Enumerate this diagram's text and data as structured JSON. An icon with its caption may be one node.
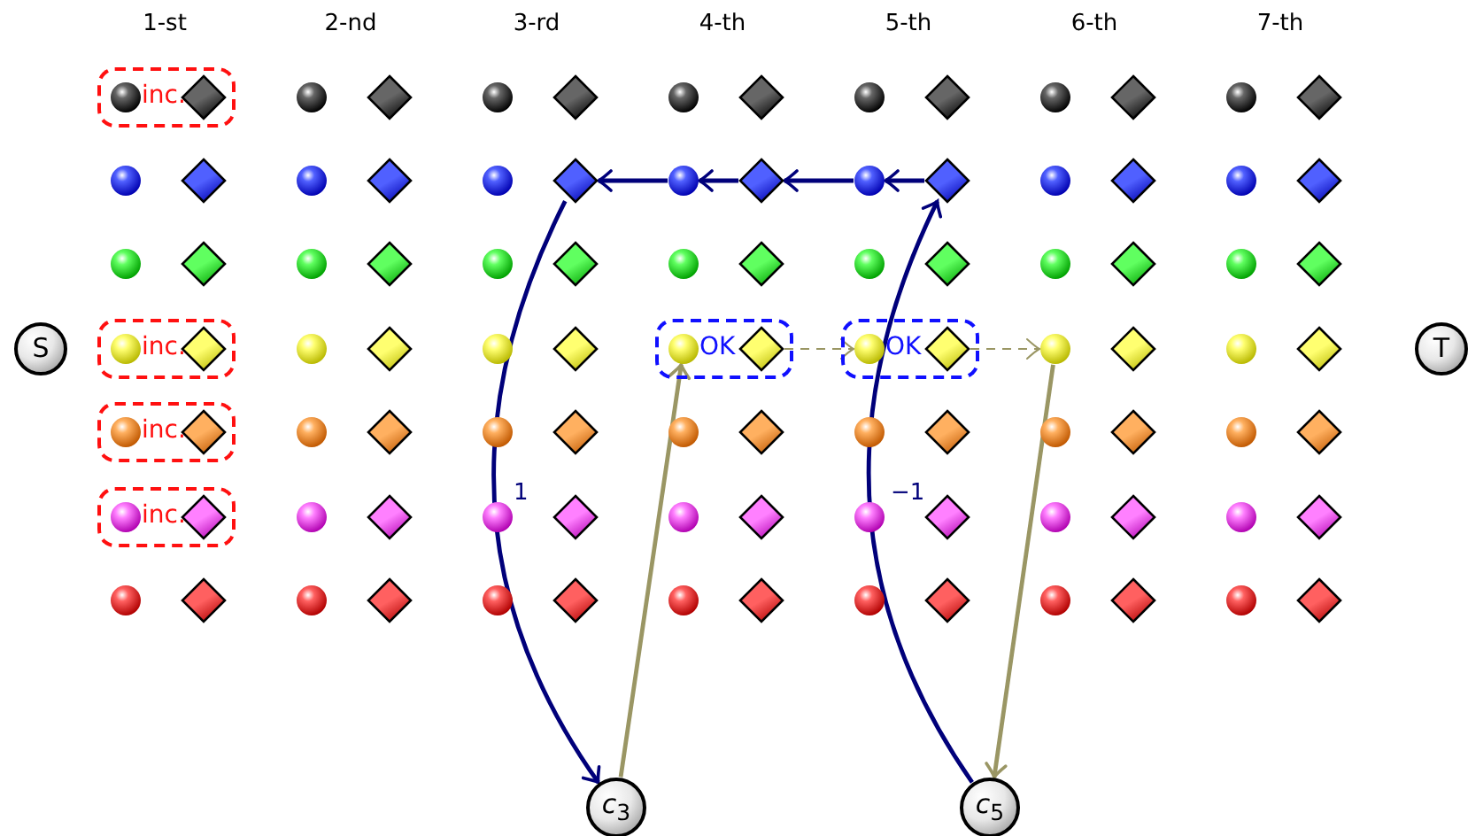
{
  "diagram": {
    "nodes": [
      {
        "text": [
          "S"
        ]
      },
      {
        "text": [
          "T"
        ]
      },
      {
        "text": [
          "*c*$_{3}$"
        ]
      },
      {
        "text": [
          "*c*$_{5}$"
        ]
      },
      {
        "text": [
          "inc."
        ]
      },
      {
        "text": [
          "inc."
        ]
      },
      {
        "text": [
          "inc."
        ]
      },
      {
        "text": [
          "inc."
        ]
      },
      {
        "text": [
          "OK"
        ]
      },
      {
        "text": [
          "OK"
        ]
      },
      {
        "text": [],
        "shape": "circle",
        "in": 4
      },
      {
        "text": [],
        "shape": "diamond",
        "in": 4
      },
      {
        "text": [],
        "shape": "circle"
      },
      {
        "text": [],
        "shape": "diamond"
      },
      {
        "text": [],
        "shape": "circle"
      },
      {
        "text": [],
        "shape": "diamond"
      },
      {
        "text": [],
        "shape": "circle"
      },
      {
        "text": [],
        "shape": "diamond"
      },
      {
        "text": [],
        "shape": "circle"
      },
      {
        "text": [],
        "shape": "diamond"
      },
      {
        "text": [],
        "shape": "circle"
      },
      {
        "text": [],
        "shape": "diamond"
      },
      {
        "text": [],
        "shape": "circle"
      },
      {
        "text": [],
        "shape": "diamond"
      },
      {
        "text": [],
        "shape": "circle"
      },
      {
        "text": [],
        "shape": "diamond"
      },
      {
        "text": [],
        "shape": "circle"
      },
      {
        "text": [],
        "shape": "diamond"
      },
      {
        "text": [],
        "shape": "circle"
      },
      {
        "text": [],
        "shape": "diamond"
      },
      {
        "text": [],
        "shape": "circle"
      },
      {
        "text": [],
        "shape": "diamond"
      },
      {
        "text": [],
        "shape": "circle"
      },
      {
        "text": [],
        "shape": "diamond"
      },
      {
        "text": [],
        "shape": "circle"
      },
      {
        "text": [],
        "shape": "diamond"
      },
      {
        "text": [],
        "shape": "circle"
      },
      {
        "text": [],
        "shape": "diamond"
      },
      {
        "text": [],
        "shape": "circle"
      },
      {
        "text": [],
        "shape": "diamond"
      },
      {
        "text": [],
        "shape": "circle"
      },
      {
        "text": [],
        "shape": "diamond"
      },
      {
        "text": [],
        "shape": "circle"
      },
      {
        "text": [],
        "shape": "diamond"
      },
      {
        "text": [],
        "shape": "circle"
      },
      {
        "text": [],
        "shape": "diamond"
      },
      {
        "text": [],
        "shape": "circle"
      },
      {
        "text": [],
        "shape": "diamond"
      },
      {
        "text": [],
        "shape": "circle"
      },
      {
        "text": [],
        "shape": "diamond"
      },
      {
        "text": [],
        "shape": "circle"
      },
      {
        "text": [],
        "shape": "diamond"
      },
      {
        "text": [],
        "shape": "circle",
        "in": 5
      },
      {
        "text": [],
        "shape": "diamond",
        "in": 5
      },
      {
        "text": [],
        "shape": "circle"
      },
      {
        "text": [],
        "shape": "diamond"
      },
      {
        "text": [],
        "shape": "circle"
      },
      {
        "text": [],
        "shape": "diamond"
      },
      {
        "text": [],
        "shape": "circle",
        "in": 8
      },
      {
        "text": [],
        "shape": "diamond",
        "in": 8
      },
      {
        "text": [],
        "shape": "circle",
        "in": 9
      },
      {
        "text": [],
        "shape": "diamond",
        "in": 9
      },
      {
        "text": [],
        "shape": "circle"
      },
      {
        "text": [],
        "shape": "diamond"
      },
      {
        "text": [],
        "shape": "circle"
      },
      {
        "text": [],
        "shape": "diamond"
      },
      {
        "text": [],
        "shape": "circle",
        "in": 6
      },
      {
        "text": [],
        "shape": "diamond",
        "in": 6
      },
      {
        "text": [],
        "shape": "circle"
      },
      {
        "text": [],
        "shape": "diamond"
      },
      {
        "text": [],
        "shape": "circle"
      },
      {
        "text": [],
        "shape": "diamond"
      },
      {
        "text": [],
        "shape": "circle"
      },
      {
        "text": [],
        "shape": "diamond"
      },
      {
        "text": [],
        "shape": "circle"
      },
      {
        "text": [],
        "shape": "diamond"
      },
      {
        "text": [],
        "shape": "circle"
      },
      {
        "text": [],
        "shape": "diamond"
      },
      {
        "text": [],
        "shape": "circle"
      },
      {
        "text": [],
        "shape": "diamond"
      },
      {
        "text": [],
        "shape": "circle",
        "in": 7
      },
      {
        "text": [],
        "shape": "diamond",
        "in": 7
      },
      {
        "text": [],
        "shape": "circle"
      },
      {
        "text": [],
        "shape": "diamond"
      },
      {
        "text": [],
        "shape": "circle"
      },
      {
        "text": [],
        "shape": "diamond"
      },
      {
        "text": [],
        "shape": "circle"
      },
      {
        "text": [],
        "shape": "diamond"
      },
      {
        "text": [],
        "shape": "circle"
      },
      {
        "text": [],
        "shape": "diamond"
      },
      {
        "text": [],
        "shape": "circle"
      },
      {
        "text": [],
        "shape": "diamond"
      },
      {
        "text": [],
        "shape": "circle"
      },
      {
        "text": [],
        "shape": "diamond"
      },
      {
        "text": [],
        "shape": "circle"
      },
      {
        "text": [],
        "shape": "diamond"
      },
      {
        "text": [],
        "shape": "circle"
      },
      {
        "text": [],
        "shape": "diamond"
      },
      {
        "text": [],
        "shape": "circle"
      },
      {
        "text": [],
        "shape": "diamond"
      },
      {
        "text": [],
        "shape": "circle"
      },
      {
        "text": [],
        "shape": "diamond"
      },
      {
        "text": [],
        "shape": "circle"
      },
      {
        "text": [],
        "shape": "diamond"
      },
      {
        "text": [],
        "shape": "circle"
      },
      {
        "text": [],
        "shape": "diamond"
      },
      {
        "text": [],
        "shape": "circle"
      },
      {
        "text": [],
        "shape": "diamond"
      }
    ],
    "edges": [
      {
        "from": 33,
        "to": 32,
        "arrow": "to"
      },
      {
        "from": 32,
        "to": 31,
        "arrow": "to"
      },
      {
        "from": 31,
        "to": 30,
        "arrow": "to"
      },
      {
        "from": 30,
        "to": 29,
        "arrow": "to"
      },
      {
        "from": 29,
        "to": 2,
        "arrow": "to",
        "label": "1"
      },
      {
        "from": 3,
        "to": 33,
        "arrow": "to",
        "label": "−1"
      },
      {
        "from": 2,
        "to": 58,
        "arrow": "to",
        "color": "#9a9664"
      },
      {
        "from": 62,
        "to": 3,
        "arrow": "to",
        "color": "#9a9664"
      },
      {
        "from": 59,
        "to": 60,
        "arrow": "to",
        "style": "dashed",
        "color": "#9a9664"
      },
      {
        "from": 61,
        "to": 62,
        "arrow": "to",
        "style": "dashed",
        "color": "#9a9664"
      }
    ],
    "labels": [
      "1-st",
      "2-nd",
      "3-rd",
      "4-th",
      "5-th",
      "6-th",
      "7-th"
    ]
  }
}
